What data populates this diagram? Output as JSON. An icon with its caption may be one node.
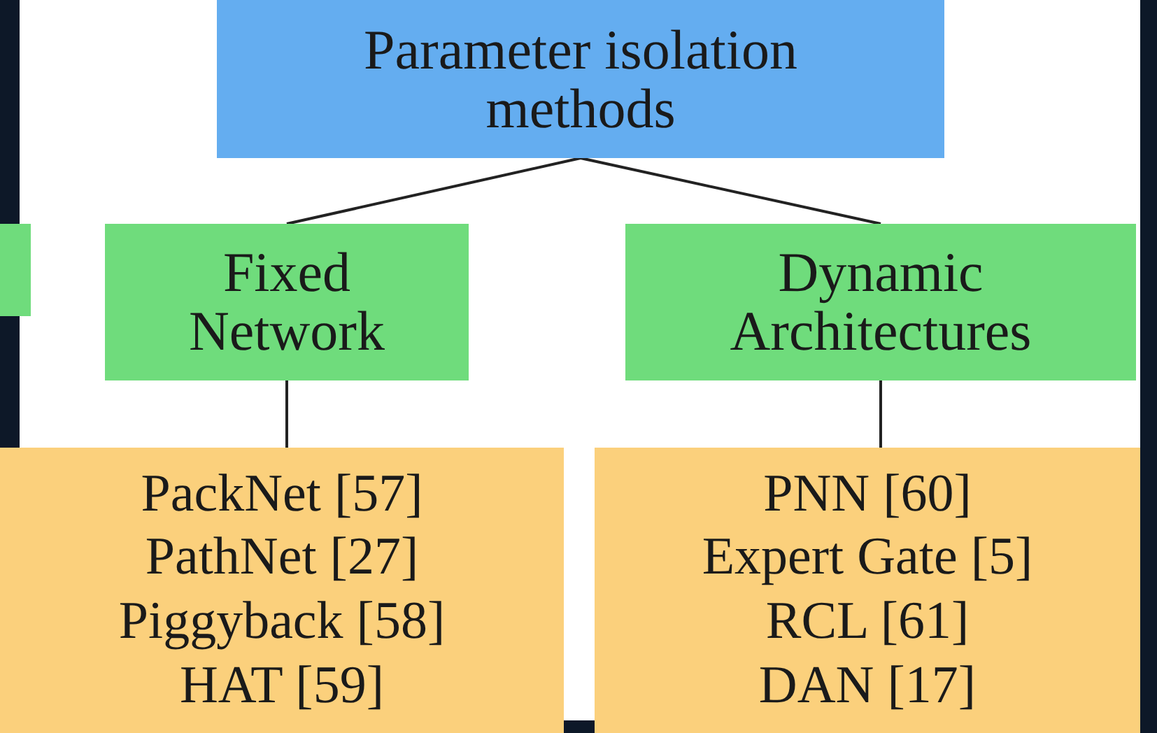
{
  "diagram": {
    "nodes": [
      {
        "text": [
          "Parameter isolation methods"
        ]
      },
      {
        "text": [],
        "shape": "box"
      },
      {
        "text": [
          "Fixed Network"
        ]
      },
      {
        "text": [
          "Dynamic Architectures"
        ]
      },
      {
        "text": [
          "PackNet [57]",
          "PathNet [27]",
          "Piggyback [58]",
          "HAT [59]"
        ]
      },
      {
        "text": [
          "PNN [60]",
          "Expert Gate [5]",
          "RCL [61]",
          "DAN [17]"
        ]
      }
    ],
    "edges": [
      {
        "from": 0,
        "to": 2,
        "arrow": "none"
      },
      {
        "from": 0,
        "to": 3,
        "arrow": "none"
      },
      {
        "from": 2,
        "to": 4,
        "arrow": "none"
      },
      {
        "from": 3,
        "to": 5,
        "arrow": "none"
      }
    ]
  }
}
